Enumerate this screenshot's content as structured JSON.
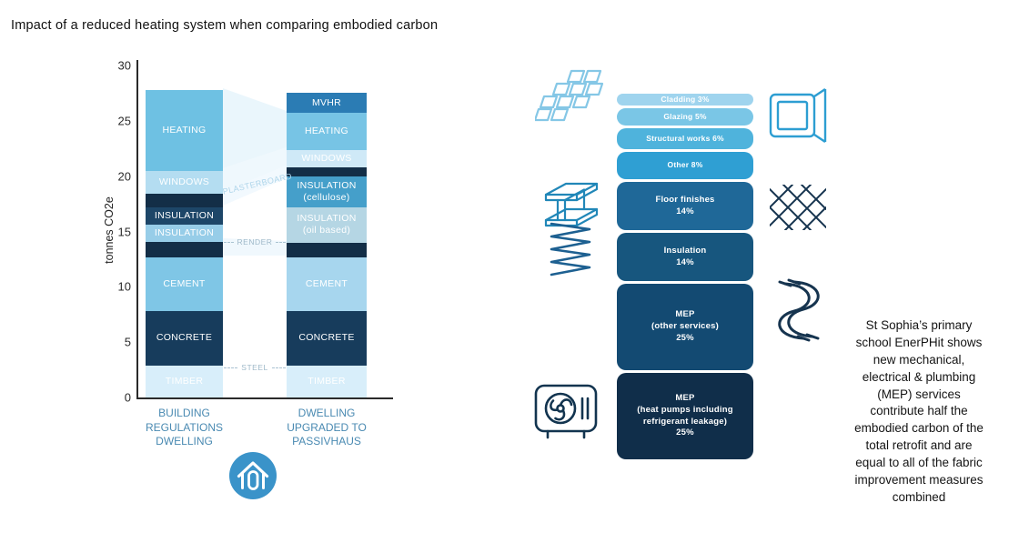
{
  "title": "Impact of a reduced heating system when  comparing embodied carbon",
  "caption": "St Sophia’s primary school EnerPHit shows new mechanical, electrical & plumbing (MEP) services contribute half the embodied carbon of the total retrofit and are equal to all of the fabric improvement measures combined",
  "brand_colors": {
    "logo_blue": "#3a93c9",
    "dark_navy": "#132e47",
    "category_label_blue": "#4a8ab2"
  },
  "chart_data": [
    {
      "type": "bar",
      "subtype": "stacked",
      "title": "Impact of a reduced heating system when comparing embodied carbon",
      "ylabel": "tonnes CO2e",
      "ylim": [
        0,
        30
      ],
      "yticks": [
        0,
        5,
        10,
        15,
        20,
        25,
        30
      ],
      "grid": false,
      "categories": [
        "BUILDING\nREGULATIONS\nDWELLING",
        "DWELLING\nUPGRADED TO\nPASSIVHAUS"
      ],
      "annotations": {
        "plasterboard": "PLASTERBOARD",
        "render": "RENDER",
        "steel": "STEEL"
      },
      "bars": [
        {
          "name": "Building regulations dwelling",
          "total_tonnes": 27.8,
          "segments": [
            {
              "label": "TIMBER",
              "from": 0,
              "to": 2.9,
              "color": "#d8eefa"
            },
            {
              "label": "CONCRETE",
              "from": 2.9,
              "to": 7.8,
              "color": "#173c5c"
            },
            {
              "label": "CEMENT",
              "from": 7.8,
              "to": 12.7,
              "color": "#7fc6e6"
            },
            {
              "label": "",
              "from": 12.7,
              "to": 14.1,
              "color": "#132e47"
            },
            {
              "label": "INSULATION",
              "from": 14.1,
              "to": 15.6,
              "color": "#97cde8"
            },
            {
              "label": "INSULATION",
              "from": 15.6,
              "to": 17.2,
              "color": "#1d4668"
            },
            {
              "label": "",
              "from": 17.2,
              "to": 18.4,
              "color": "#132e47"
            },
            {
              "label": "WINDOWS",
              "from": 18.4,
              "to": 20.5,
              "color": "#b4ddf1"
            },
            {
              "label": "HEATING",
              "from": 20.5,
              "to": 27.8,
              "color": "#6ec1e3"
            }
          ]
        },
        {
          "name": "Dwelling upgraded to Passivhaus",
          "total_tonnes": 27.5,
          "segments": [
            {
              "label": "TIMBER",
              "from": 0,
              "to": 2.9,
              "color": "#d8eefa"
            },
            {
              "label": "CONCRETE",
              "from": 2.9,
              "to": 7.8,
              "color": "#173c5c"
            },
            {
              "label": "CEMENT",
              "from": 7.8,
              "to": 12.7,
              "color": "#a7d6ee"
            },
            {
              "label": "",
              "from": 12.7,
              "to": 14.0,
              "color": "#132e47"
            },
            {
              "label": "INSULATION\n(oil based)",
              "from": 14.0,
              "to": 17.2,
              "color": "#b5d6e4"
            },
            {
              "label": "INSULATION\n(cellulose)",
              "from": 17.2,
              "to": 20.0,
              "color": "#459fca"
            },
            {
              "label": "",
              "from": 20.0,
              "to": 20.8,
              "color": "#132e47"
            },
            {
              "label": "WINDOWS",
              "from": 20.8,
              "to": 22.4,
              "color": "#cfe9f7"
            },
            {
              "label": "HEATING",
              "from": 22.4,
              "to": 25.7,
              "color": "#77c4e5"
            },
            {
              "label": "MVHR",
              "from": 25.7,
              "to": 27.5,
              "color": "#2b7cb4"
            }
          ]
        }
      ]
    },
    {
      "type": "bar",
      "subtype": "stacked-percentage",
      "title": "Retrofit embodied carbon breakdown",
      "segments": [
        {
          "label": "Cladding",
          "pct": 3,
          "color": "#9fd4ee"
        },
        {
          "label": "Glazing",
          "pct": 5,
          "color": "#7ac6e6"
        },
        {
          "label": "Structural works",
          "pct": 6,
          "color": "#4fb3dc"
        },
        {
          "label": "Other",
          "pct": 8,
          "color": "#2f9fd3"
        },
        {
          "label": "Floor finishes",
          "pct": 14,
          "color": "#1f6898"
        },
        {
          "label": "Insulation",
          "pct": 14,
          "color": "#17567e"
        },
        {
          "label": "MEP\n(other services)",
          "pct": 25,
          "color": "#134a72"
        },
        {
          "label": "MEP\n(heat pumps including\nrefrigerant leakage)",
          "pct": 25,
          "color": "#102e4a"
        }
      ]
    }
  ],
  "icons": {
    "cladding": "cladding-tiles-icon",
    "glazing": "window-icon",
    "structural": "steel-ibeam-icon",
    "floor_finishes": "herringbone-weave-icon",
    "insulation": "insulation-coil-icon",
    "mep_services": "pipes-icon",
    "heat_pump": "heat-pump-icon",
    "logo": "passivhaus-logo"
  }
}
